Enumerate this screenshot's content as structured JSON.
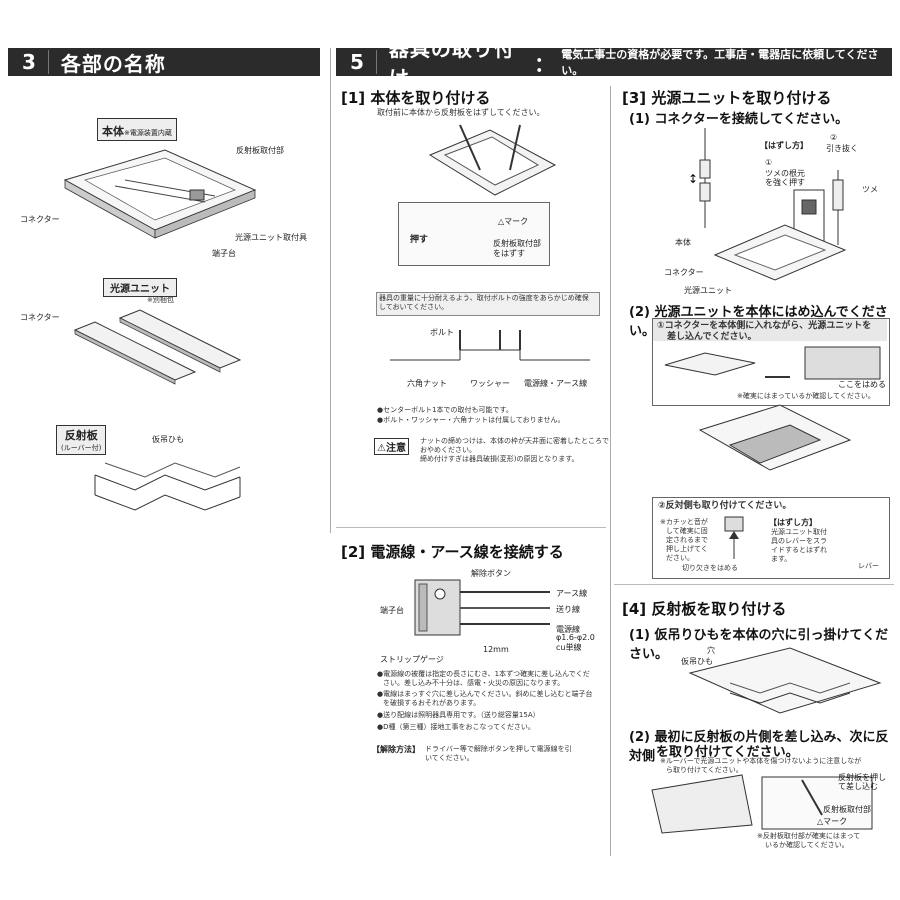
{
  "sec3": {
    "num": "3",
    "title": "各部の名称"
  },
  "sec5": {
    "num": "5",
    "title": "器具の取り付け",
    "colon": "：",
    "sub": "電気工事士の資格が必要です。工事店・電器店に依頼してください。"
  },
  "parts": {
    "body_label": "本体",
    "body_note": "※電源装置内蔵",
    "reflector_mount": "反射板取付部",
    "connector1": "コネクター",
    "unit_mount": "光源ユニット取付具",
    "terminal": "端子台",
    "unit_label": "光源ユニット",
    "unit_note": "※別梱包",
    "connector2": "コネクター",
    "reflector_label": "反射板",
    "reflector_sub": "(ルーバー付)",
    "hang_string": "仮吊ひも"
  },
  "step1": {
    "title": "[1] 本体を取り付ける",
    "desc": "取付前に本体から反射板をはずしてください。",
    "push": "押す",
    "mark": "△マーク",
    "remove1": "反射板取付部",
    "remove2": "をはずす",
    "bolt_note1": "器具の重量に十分耐えるよう、取付ボルトの強度をあらかじめ確保",
    "bolt_note2": "しておいてください。",
    "bolt": "ボルト",
    "nut": "六角ナット",
    "washer": "ワッシャー",
    "wire": "電源線・アース線",
    "bullet1": "●センターボルト1本での取付も可能です。",
    "bullet2": "●ボルト・ワッシャー・六角ナットは付属しておりません。",
    "caution": "⚠注意",
    "caution_text1": "ナットの締めつけは、本体の枠が天井面に密着したところで",
    "caution_text2": "おやめください。",
    "caution_text3": "締め付けすぎは器具破損(変形)の原因となります。"
  },
  "step2": {
    "title": "[2] 電源線・アース線を接続する",
    "release": "解除ボタン",
    "terminal": "端子台",
    "earth": "アース線",
    "feed": "送り線",
    "power": "電源線",
    "power_spec1": "φ1.6-φ2.0",
    "power_spec2": "cu単線",
    "strip_mm": "12mm",
    "strip_gauge": "ストリップゲージ",
    "b1a": "●電源線の被覆は指定の長さにむき、1本ずつ確実に差し込んでくだ",
    "b1b": "さい。差し込み不十分は、感電・火災の原因になります。",
    "b2a": "●電線はまっすぐ穴に差し込んでください。斜めに差し込むと端子台",
    "b2b": "を破損するおそれがあります。",
    "b3": "●送り配線は照明器具専用です。（送り総容量15A）",
    "b4": "●D種（第三種）接地工事をおこなってください。",
    "release_method": "【解除方法】",
    "release_text1": "ドライバー等で解除ボタンを押して電源線を引",
    "release_text2": "いてください。"
  },
  "step3": {
    "title": "[3] 光源ユニットを取り付ける",
    "sub1": "(1) コネクターを接続してください。",
    "how": "【はずし方】",
    "c2": "②",
    "pull": "引き抜く",
    "c1": "①",
    "claw1": "ツメの根元",
    "claw2": "を強く押す",
    "claw": "ツメ",
    "body": "本体",
    "connector": "コネクター",
    "unit": "光源ユニット",
    "sub2": "(2) 光源ユニットを本体にはめ込んでください。",
    "box1a": "①コネクターを本体側に入れながら、光源ユニットを",
    "box1b": "差し込んでください。",
    "here": "ここをはめる",
    "check1": "※確実にはまっているか確認してください。",
    "box2": "②反対側も取り付けてください。",
    "click1": "※カチッと音が",
    "click2": "して確実に固",
    "click3": "定されるまで",
    "click4": "押し上げてく",
    "click5": "ださい。",
    "how2": "【はずし方】",
    "rem1": "光源ユニット取付",
    "rem2": "具のレバーをスラ",
    "rem3": "イドするとはずれ",
    "rem4": "ます。",
    "notch": "切り欠きをはめる",
    "lever": "レバー"
  },
  "step4": {
    "title": "[4] 反射板を取り付ける",
    "sub1": "(1) 仮吊りひもを本体の穴に引っ掛けてください。",
    "hole": "穴",
    "string": "仮吊ひも",
    "sub2a": "(2) 最初に反射板の片側を差し込み、次に反対側",
    "sub2b": "を取り付けてください。",
    "note1": "※ルーバーで光源ユニットや本体を傷つけないように注意しなが",
    "note2": "ら取り付けてください。",
    "push1": "反射板を押し",
    "push2": "て差し込む",
    "mount": "反射板取付部",
    "mark": "△マーク",
    "check1": "※反射板取付部が確実にはまって",
    "check2": "いるか確認してください。"
  }
}
